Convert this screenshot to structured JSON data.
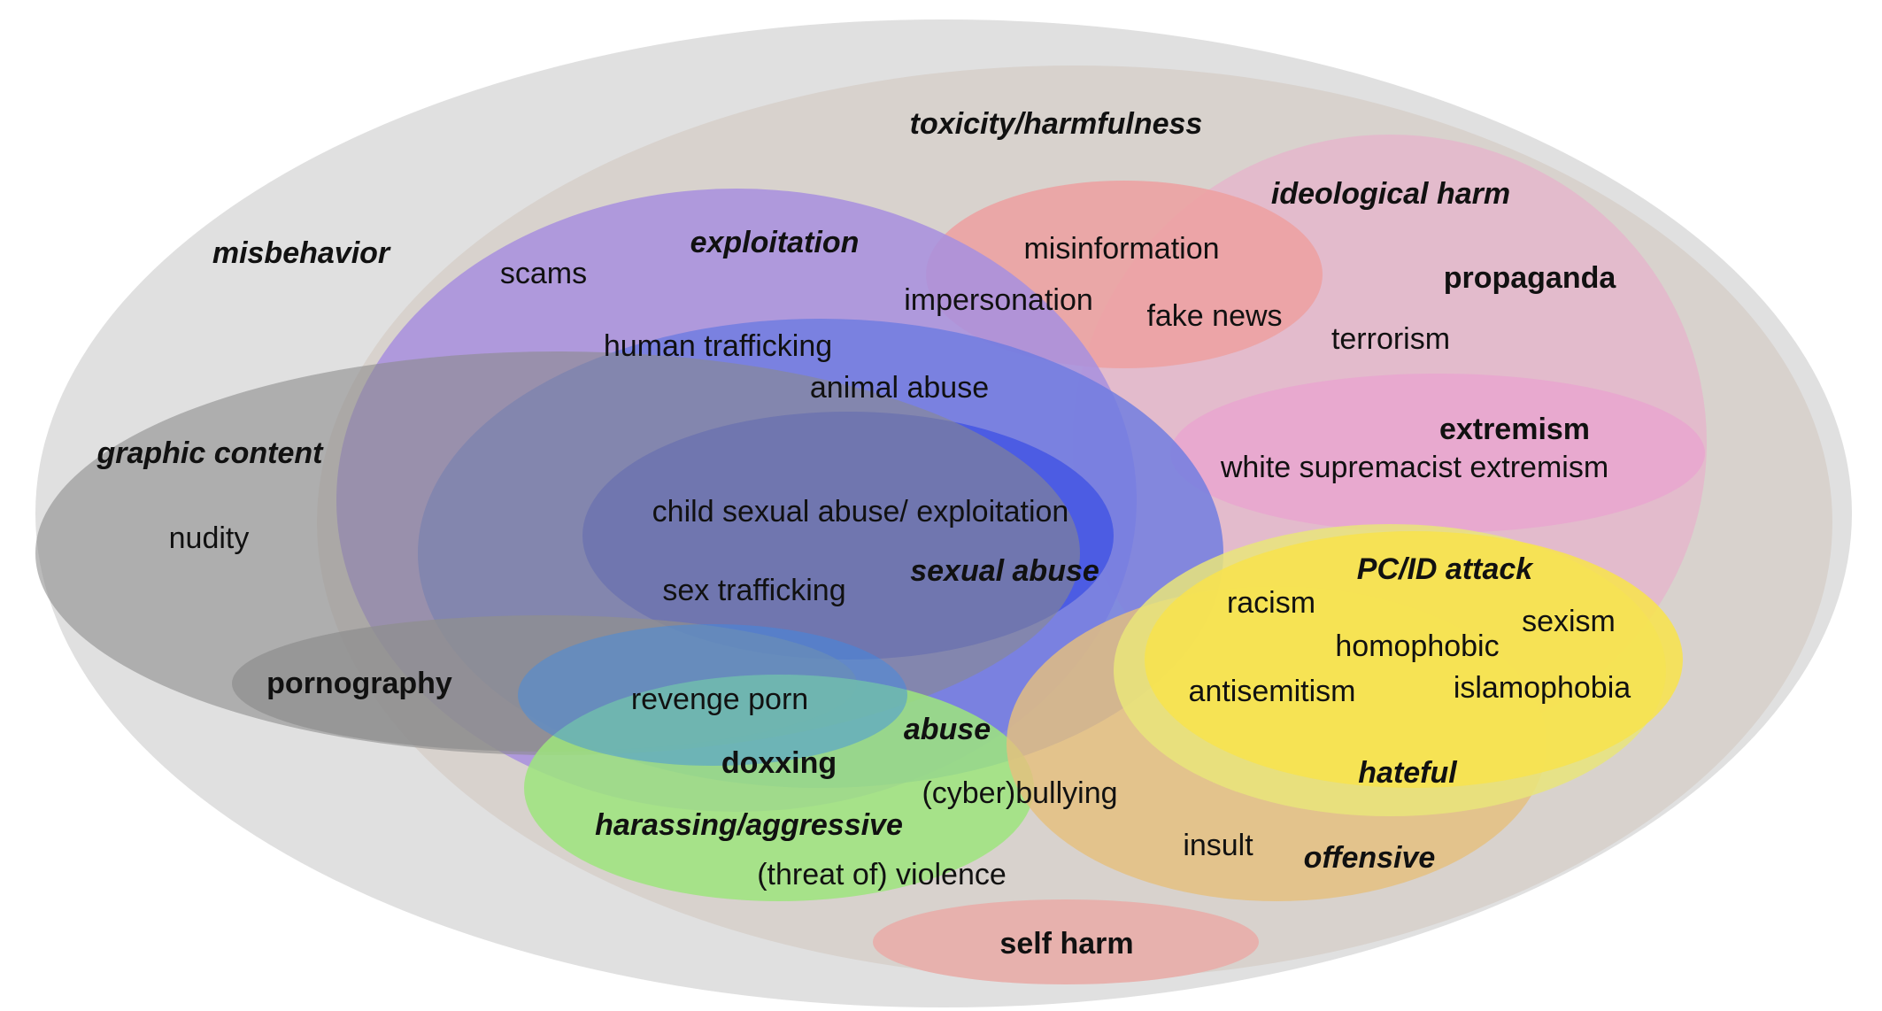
{
  "labels": {
    "misbehavior": "misbehavior",
    "toxicity": "toxicity/harmfulness",
    "exploitation": "exploitation",
    "ideological_harm": "ideological harm",
    "graphic_content": "graphic content",
    "sexual_abuse": "sexual abuse",
    "pc_id_attack": "PC/ID attack",
    "abuse": "abuse",
    "harassing": "harassing/aggressive",
    "hateful": "hateful",
    "offensive": "offensive",
    "propaganda": "propaganda",
    "extremism": "extremism",
    "pornography": "pornography",
    "doxxing": "doxxing",
    "self_harm": "self harm",
    "scams": "scams",
    "misinformation": "misinformation",
    "impersonation": "impersonation",
    "fake_news": "fake news",
    "terrorism": "terrorism",
    "human_trafficking": "human trafficking",
    "animal_abuse": "animal abuse",
    "white_supremacist": "white supremacist extremism",
    "nudity": "nudity",
    "child_sexual_abuse": "child sexual abuse/ exploitation",
    "sex_trafficking": "sex trafficking",
    "racism": "racism",
    "sexism": "sexism",
    "homophobic": "homophobic",
    "antisemitism": "antisemitism",
    "islamophobia": "islamophobia",
    "revenge_porn": "revenge porn",
    "cyberbullying": "(cyber)bullying",
    "insult": "insult",
    "threat_violence": "(threat of) violence"
  },
  "colors": {
    "misbehavior": "#e0e0e0",
    "toxicity": "#d8d2cd",
    "ideological_harm": "#e4b8cc",
    "extremism": "#e9a6cf",
    "misinformation": "#eda0a0",
    "exploitation": "#a991de",
    "abuse": "#6e7be0",
    "sexual_abuse": "#4657e2",
    "graphic_content": "#8a8a8a",
    "pornography": "#8f8f8f",
    "harassing": "#9ee57c",
    "offensive": "#e5bf7e",
    "hateful": "#e9e57a",
    "pc_id_attack": "#f7e34f",
    "self_harm": "#e7b1ad"
  }
}
